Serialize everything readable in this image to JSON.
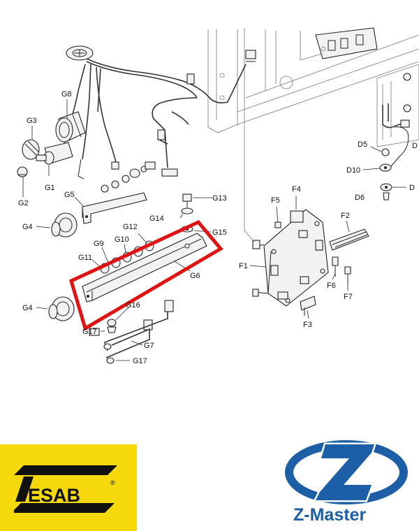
{
  "diagram": {
    "callouts": {
      "g1": "G1",
      "g2": "G2",
      "g3": "G3",
      "g4_top": "G4",
      "g4_bottom": "G4",
      "g5": "G5",
      "g6": "G6",
      "g7": "G7",
      "g8": "G8",
      "g9": "G9",
      "g10": "G10",
      "g11": "G11",
      "g12": "G12",
      "g13": "G13",
      "g14": "G14",
      "g15": "G15",
      "g16": "G16",
      "g17_left": "G17",
      "g17_bottom": "G17",
      "f1": "F1",
      "f2": "F2",
      "f3": "F3",
      "f4": "F4",
      "f5": "F5",
      "f6": "F6",
      "f7": "F7",
      "d5": "D5",
      "d6": "D6",
      "d10": "D10",
      "d_right_top": "D",
      "d_right_bottom": "D"
    },
    "highlight_color": "#e01212"
  },
  "logos": {
    "esab": {
      "text": "ESAB",
      "registered": "®",
      "background": "#f5d90a"
    },
    "zmaster": {
      "text": "Z-Master",
      "color": "#1c5fa6"
    }
  }
}
